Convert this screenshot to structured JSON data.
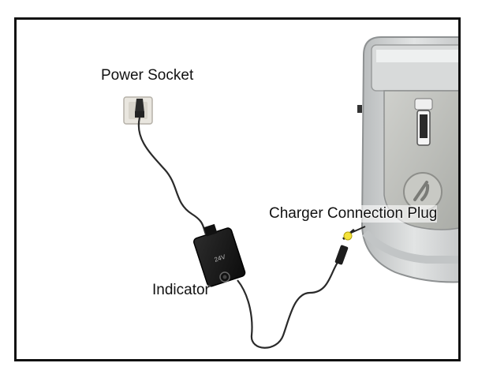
{
  "labels": {
    "power_socket": "Power Socket",
    "charger_plug": "Charger Connection Plug",
    "indicator": "Indicator"
  },
  "adapter_text": "24V"
}
